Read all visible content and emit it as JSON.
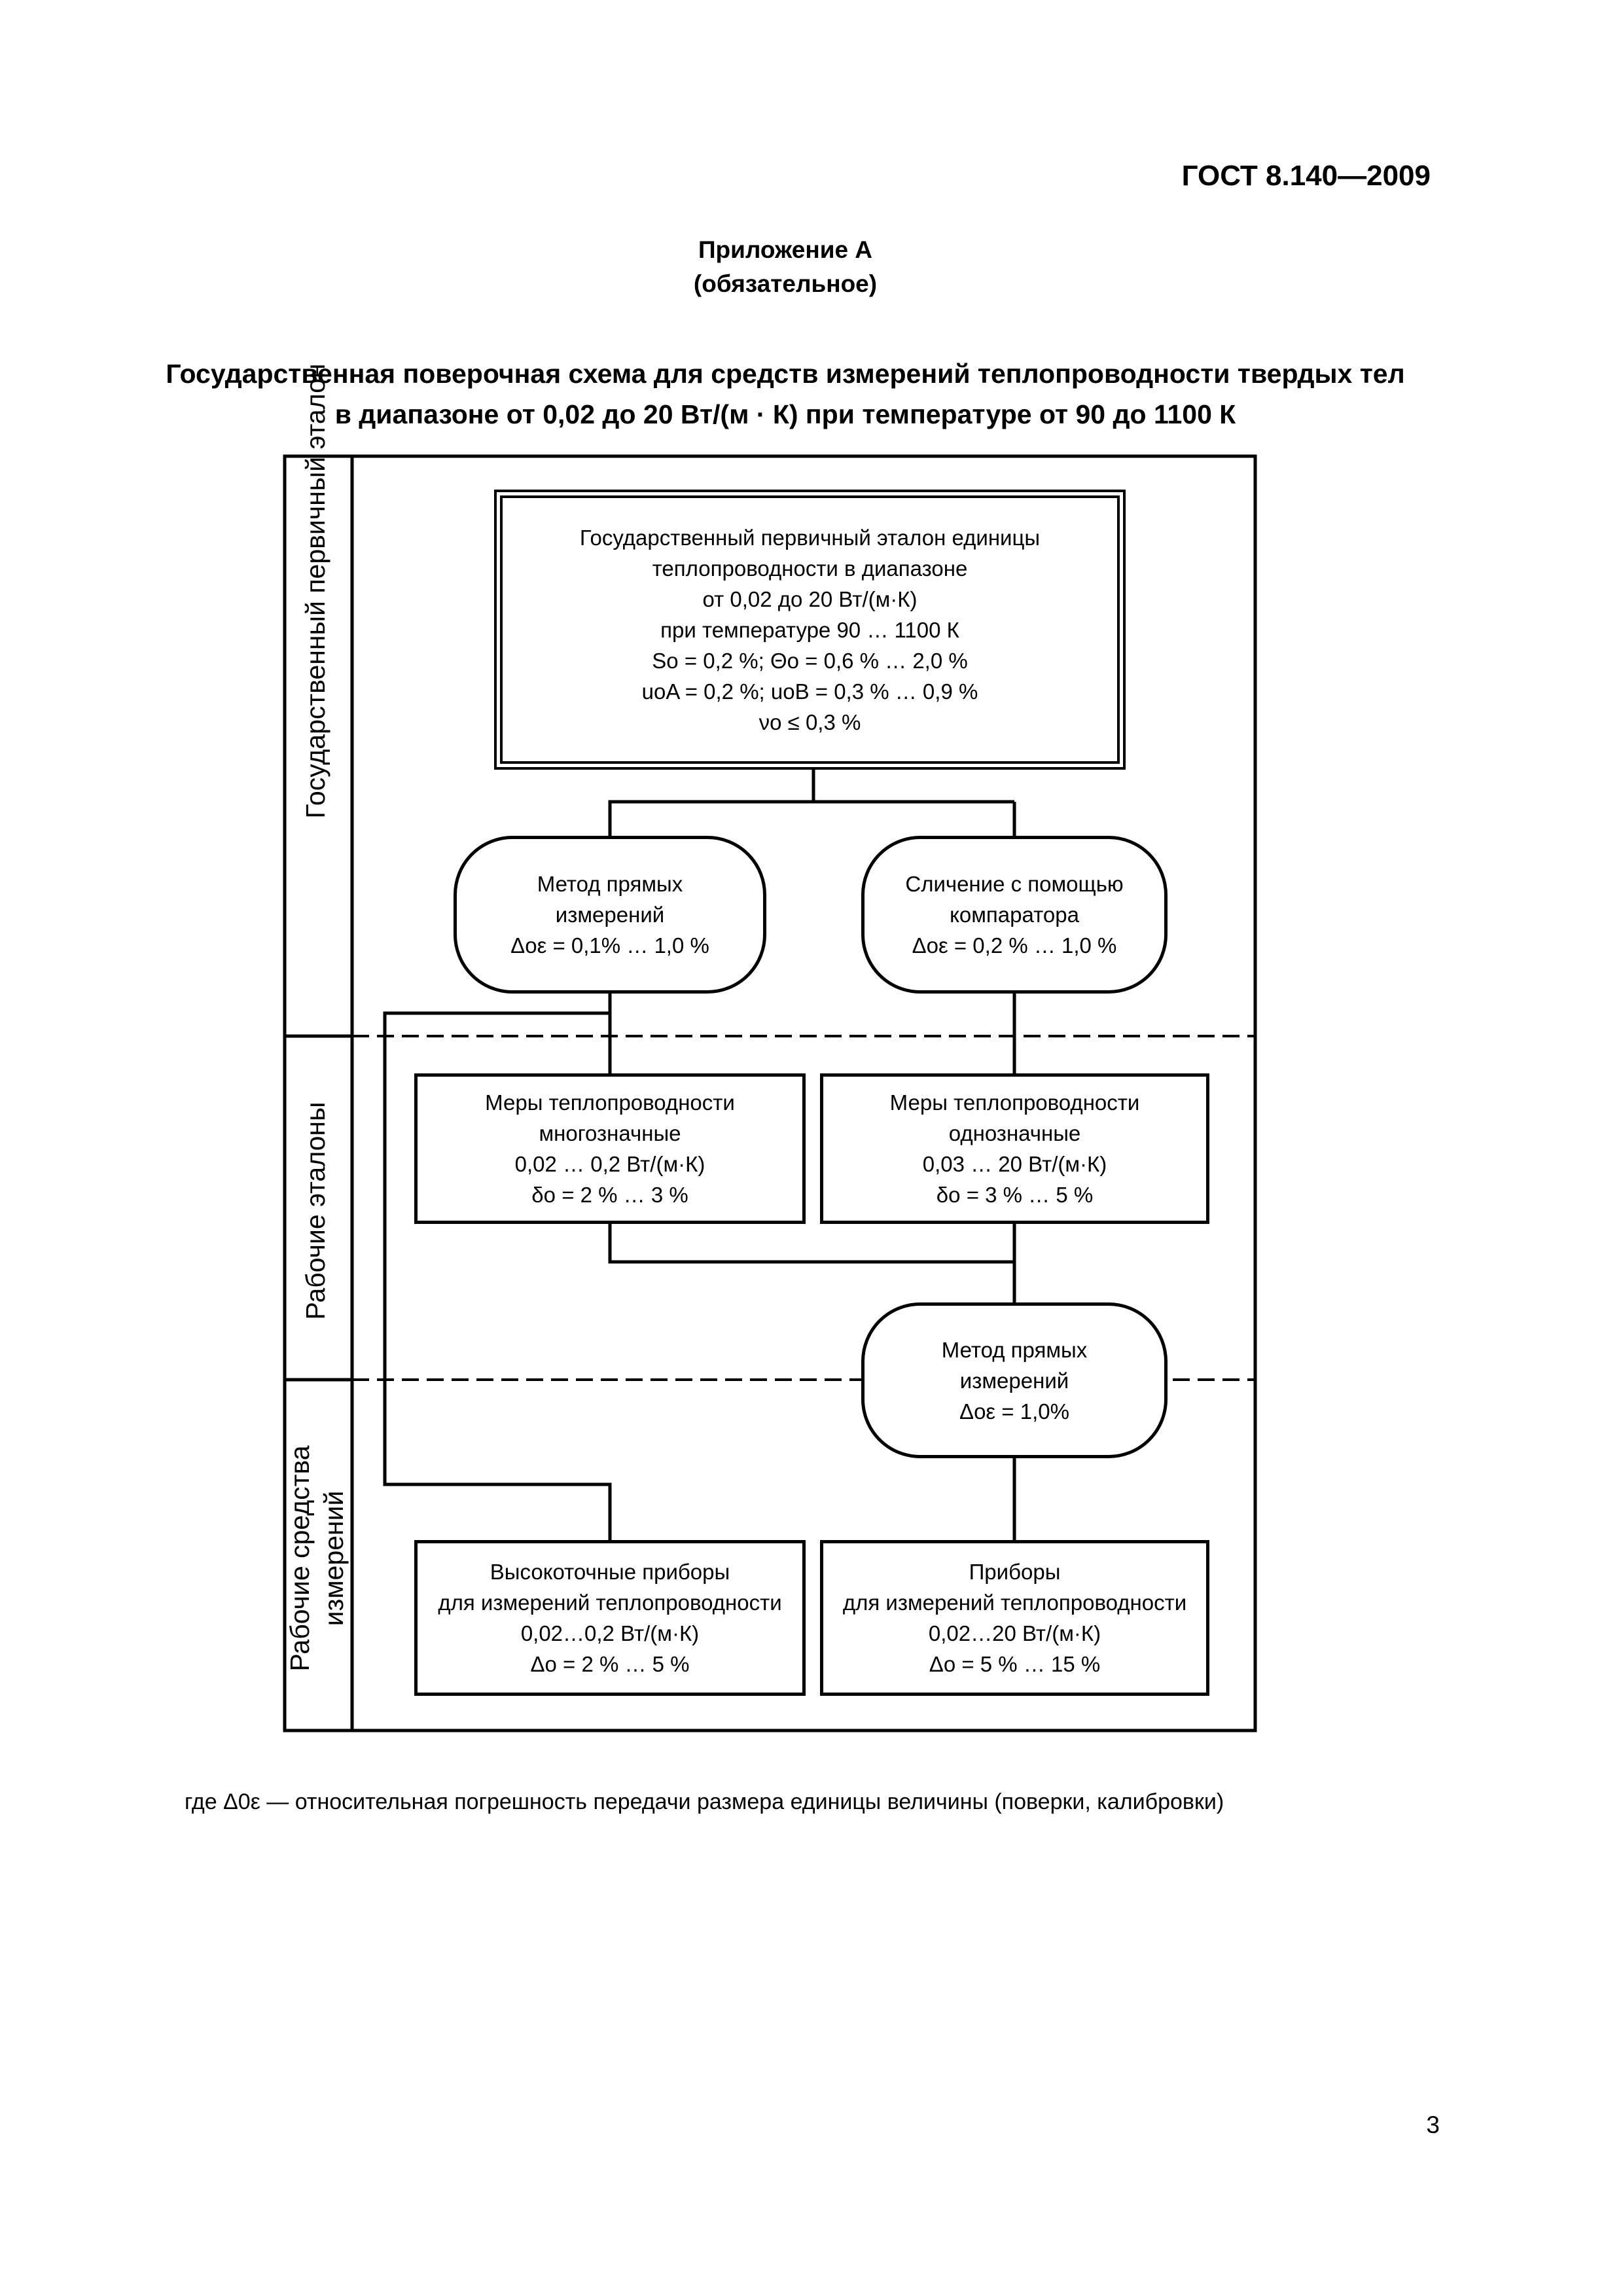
{
  "header": {
    "doc_code": "ГОСТ 8.140—2009"
  },
  "appendix": {
    "title": "Приложение А",
    "status": "(обязательное)"
  },
  "title": {
    "line1": "Государственная поверочная схема для средств измерений теплопроводности твердых тел",
    "line2": "в диапазоне от 0,02 до 20 Вт/(м · К) при температуре от 90 до 1100 К"
  },
  "sections": {
    "primary": "Государственный первичный эталон",
    "working_standards": "Рабочие эталоны",
    "working_instruments_line1": "Рабочие средства",
    "working_instruments_line2": "измерений"
  },
  "primary_standard": {
    "line1": "Государственный первичный эталон единицы",
    "line2": "теплопроводности в диапазоне",
    "line3": "от 0,02 до 20 Вт/(м·К)",
    "line4": "при температуре 90 … 1100 К",
    "line5": "Sо = 0,2 %; Θо = 0,6 % … 2,0 %",
    "line6": "uоA = 0,2 %; uоB = 0,3 % … 0,9 %",
    "line7": "νо ≤ 0,3 %"
  },
  "method_direct_top": {
    "line1": "Метод прямых",
    "line2": "измерений",
    "line3": "Δоε = 0,1% … 1,0 %"
  },
  "comparator": {
    "line1": "Сличение с помощью",
    "line2": "компаратора",
    "line3": "Δоε = 0,2 % … 1,0 %"
  },
  "measures_multi": {
    "line1": "Меры теплопроводности",
    "line2": "многозначные",
    "line3": "0,02 … 0,2 Вт/(м·К)",
    "line4": "δо = 2 % … 3 %"
  },
  "measures_single": {
    "line1": "Меры теплопроводности",
    "line2": "однозначные",
    "line3": "0,03 … 20 Вт/(м·К)",
    "line4": "δо = 3 % … 5 %"
  },
  "method_direct_bottom": {
    "line1": "Метод прямых",
    "line2": "измерений",
    "line3": "Δоε = 1,0%"
  },
  "instruments_high": {
    "line1": "Высокоточные приборы",
    "line2": "для измерений теплопроводности",
    "line3": "0,02…0,2 Вт/(м·К)",
    "line4": "Δо = 2 % … 5 %"
  },
  "instruments": {
    "line1": "Приборы",
    "line2": "для измерений теплопроводности",
    "line3": "0,02…20 Вт/(м·К)",
    "line4": "Δо = 5 % … 15 %"
  },
  "footnote": "где Δ0ε — относительная погрешность передачи размера единицы величины (поверки, калибровки)",
  "page_number": "3"
}
